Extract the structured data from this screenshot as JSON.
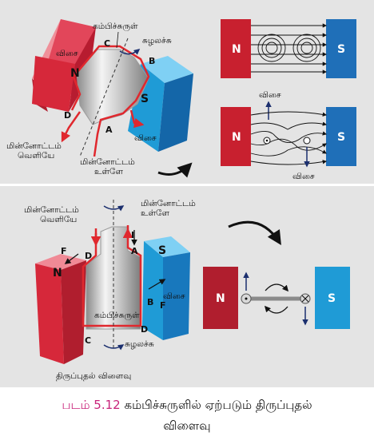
{
  "top_left": {
    "coil_label": "கம்பிச்சுருள்",
    "rotation_label": "சுழலச்சு",
    "force_label": "விசை",
    "force_label_2": "விசை",
    "corner_a": "A",
    "corner_b": "B",
    "corner_c": "C",
    "corner_d": "D",
    "pole_n": "N",
    "pole_s": "S",
    "current_out_1": "மின்னோட்டம்",
    "current_out_2": "வெளியே",
    "current_in_1": "மின்னோட்டம்",
    "current_in_2": "உள்ளே"
  },
  "top_right": {
    "pole_n": "N",
    "pole_s": "S",
    "pole_n_2": "N",
    "pole_s_2": "S",
    "force_top": "விசை",
    "force_bottom": "விசை"
  },
  "bottom_left": {
    "current_out_1": "மின்னோட்டம்",
    "current_out_2": "வெளியே",
    "current_in_1": "மின்னோட்டம்",
    "current_in_2": "உள்ளே",
    "current_i": "I",
    "pole_n": "N",
    "pole_s": "S",
    "force_f1": "F",
    "force_f2": "F",
    "corner_a": "A",
    "corner_b": "B",
    "corner_c": "C",
    "corner_d1": "D",
    "corner_d2": "D",
    "force_label": "விசை",
    "coil_label": "கம்பிச்சுருள்",
    "rotation_label": "சுழலச்சு",
    "torque_label": "திருப்புதல் விளைவு"
  },
  "bottom_right": {
    "pole_n": "N",
    "pole_s": "S"
  },
  "caption": {
    "figure_number": "படம் 5.12",
    "text_line1": "கம்பிச்சுருளில் ஏற்படும் திருப்புதல்",
    "text_line2": "விளைவு"
  },
  "colors": {
    "north_red": "#d6283a",
    "south_blue": "#1f9bd6",
    "dark_red": "#b01e2e",
    "dark_blue": "#1466a8",
    "coil_red": "#e0282e",
    "caption_number": "#c8237a",
    "panel_gray": "#e4e4e4"
  }
}
